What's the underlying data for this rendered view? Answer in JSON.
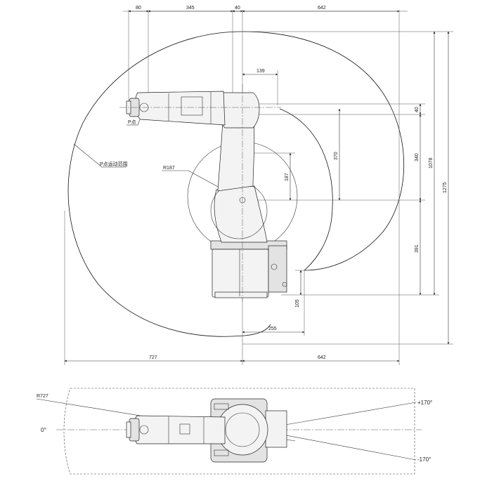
{
  "side_view": {
    "dims_top": [
      "80",
      "345",
      "40",
      "642"
    ],
    "dims_right": [
      "40",
      "340",
      "1078",
      "1275"
    ],
    "dim_139": "139",
    "dim_370": "370",
    "dim_187": "187",
    "dim_391": "391",
    "dim_105": "105",
    "dim_255": "255",
    "dims_bottom": [
      "727",
      "642"
    ],
    "label_r187": "R187",
    "label_p_point": "P点",
    "label_p_range": "P点运动范围"
  },
  "top_view": {
    "label_r727": "R727",
    "angle_zero": "0°",
    "angle_pos": "+170°",
    "angle_neg": "-170°"
  }
}
